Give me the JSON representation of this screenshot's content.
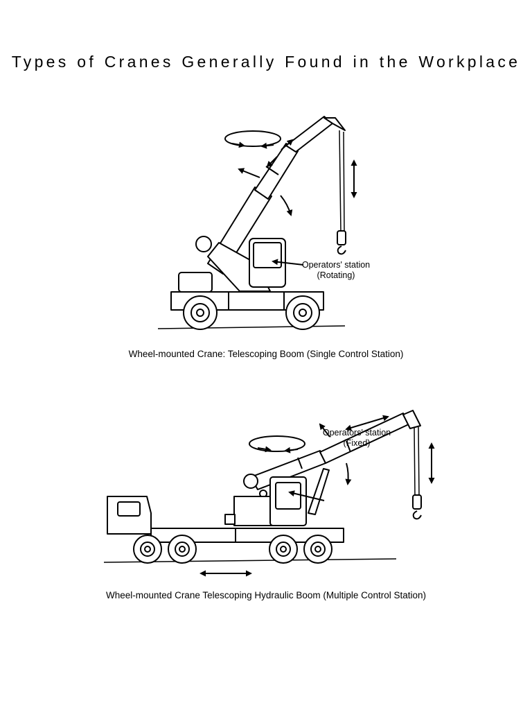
{
  "page": {
    "title": "Types of Cranes Generally Found in the Workplace"
  },
  "figure1": {
    "caption": "Wheel-mounted Crane:  Telescoping Boom (Single Control Station)",
    "label_line1": "Operators' station",
    "label_line2": "(Rotating)"
  },
  "figure2": {
    "caption": "Wheel-mounted Crane Telescoping Hydraulic Boom (Multiple Control Station)",
    "label_line1": "Operators' station",
    "label_line2": "(Fixed)"
  }
}
